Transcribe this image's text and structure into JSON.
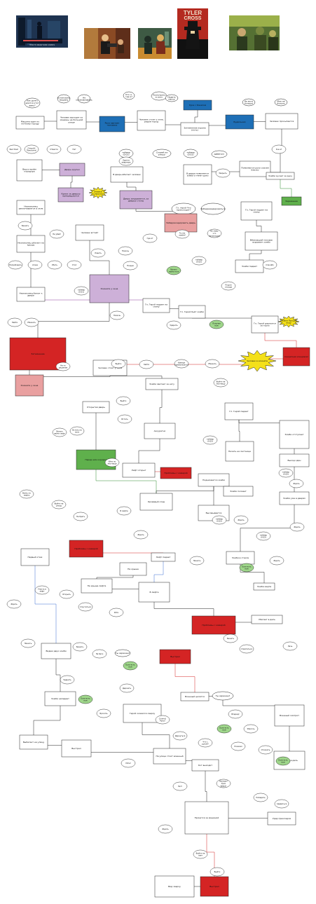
{
  "covers": [
    {
      "id": "c1",
      "title": "",
      "subtitle": "HOW TO DRAW NOIR COMICS",
      "sub2": "",
      "bg": "#1e3350"
    },
    {
      "id": "c2",
      "title": "",
      "subtitle": "",
      "sub2": "",
      "bg": "#8a4a24"
    },
    {
      "id": "c3",
      "title": "",
      "subtitle": "",
      "sub2": "",
      "bg": "#3e5a44"
    },
    {
      "id": "c4",
      "title": "TYLER",
      "subtitle": "CROSS",
      "sub2": "",
      "bg": "#b42a20"
    },
    {
      "id": "c5",
      "title": "",
      "subtitle": "",
      "sub2": "",
      "bg": "#557033"
    }
  ],
  "colors": {
    "blue": "#1e6fb6",
    "pink": "#e9a0a0",
    "red": "#d42424",
    "lilac": "#cdb0d8",
    "green": "#5fb04c",
    "yellow": "#f4e01a",
    "sky": "#9fd0f2",
    "line": "#222",
    "red_line": "#d42424",
    "green_line": "#2e8b2e",
    "blue_line": "#3a6fd1",
    "purple_line": "#8a3a9a"
  },
  "nodes": [
    {
      "id": "n1",
      "shape": "oval",
      "text": "Как долго длится этот день?"
    },
    {
      "id": "n2",
      "shape": "oval",
      "text": "Остановить машину"
    },
    {
      "id": "n3",
      "shape": "oval",
      "text": "Не останавливать"
    },
    {
      "id": "n4",
      "shape": "oval",
      "text": "Кто я, где я?"
    },
    {
      "id": "n5",
      "shape": "oval",
      "text": "Посмотреть в окно"
    },
    {
      "id": "n6",
      "shape": "oval",
      "text": "Надеть маску"
    },
    {
      "id": "n7",
      "shape": "oval",
      "text": "Не могу больше"
    },
    {
      "id": "n8",
      "shape": "oval",
      "text": "Мне не больно"
    },
    {
      "id": "n9",
      "shape": "rect",
      "text": "Машина едет по ночному городу"
    },
    {
      "id": "n10",
      "shape": "rect",
      "text": "Человек выходит из машины на большой улице"
    },
    {
      "id": "n11",
      "shape": "box",
      "color": "blue",
      "text": "Рука хватает человека"
    },
    {
      "id": "n12",
      "shape": "rect",
      "text": "Человек стоит у окна, рядом город"
    },
    {
      "id": "n13",
      "shape": "box",
      "color": "blue",
      "text": "Рука с бокалом"
    },
    {
      "id": "n14",
      "shape": "rect",
      "text": "Затемнение экрана (ночь)"
    },
    {
      "id": "n15",
      "shape": "box",
      "color": "blue",
      "text": "Будильник"
    },
    {
      "id": "n16",
      "shape": "rect",
      "text": "Человек просыпается"
    },
    {
      "id": "n17",
      "shape": "rect",
      "text": "Вид в проём коридора"
    },
    {
      "id": "n18",
      "shape": "box",
      "color": "lilac",
      "text": "Дверь крупно"
    },
    {
      "id": "n19",
      "shape": "oval",
      "text": "таймер (0:02)"
    },
    {
      "id": "n20",
      "shape": "oval",
      "text": "Скорей на улицу!"
    },
    {
      "id": "n21",
      "shape": "oval",
      "text": "таймер (0:02)"
    },
    {
      "id": "n22",
      "shape": "oval",
      "text": "АРРРГХ!!!"
    },
    {
      "id": "n23",
      "shape": "rect",
      "text": "В дверь вбегает человек"
    },
    {
      "id": "n24",
      "shape": "rect",
      "text": "В двери появляется зомби и тянет руки"
    },
    {
      "id": "n25",
      "shape": "rect",
      "text": "Появляются руки совсем близко"
    },
    {
      "id": "n26",
      "shape": "rect",
      "text": "Зомби кусает за руку"
    },
    {
      "id": "n27",
      "shape": "box",
      "color": "green",
      "text": "Заражение"
    },
    {
      "id": "n28",
      "shape": "star",
      "color": "yellow",
      "text": "Ачивка Струсил"
    },
    {
      "id": "n29",
      "shape": "box",
      "color": "lilac",
      "text": "Крики за дверью прекращаются"
    },
    {
      "id": "n30",
      "shape": "box",
      "color": "lilac",
      "text": "Дверь закрывается, за дверью стоны"
    },
    {
      "id": "n31",
      "shape": "oval",
      "text": "Гл. герой Что происходит?"
    },
    {
      "id": "n32",
      "shape": "oval",
      "text": "Забаррикадироваться"
    },
    {
      "id": "n33",
      "shape": "rect",
      "text": "Гл. Герой падает на спину"
    },
    {
      "id": "n34",
      "shape": "rect",
      "text": "Незнакомец увеличивается в окне"
    },
    {
      "id": "n35",
      "shape": "rect",
      "text": "Человек встаёт"
    },
    {
      "id": "n36",
      "shape": "box",
      "color": "pink",
      "text": "Забаррикадировать дверь"
    },
    {
      "id": "n37",
      "shape": "rect",
      "text": "Вбежавший человек взрывает зомби"
    },
    {
      "id": "n38",
      "shape": "rect",
      "text": "Незнакомец убегает на крышу"
    },
    {
      "id": "n39",
      "shape": "rect",
      "text": "Зомби падает"
    },
    {
      "id": "n40",
      "shape": "box",
      "color": "lilac",
      "text": "Комната у окна"
    },
    {
      "id": "n41",
      "shape": "rect",
      "text": "Незнакомец бежит к двери"
    },
    {
      "id": "n42",
      "shape": "rect",
      "text": "Гл. Герой падает на спину"
    },
    {
      "id": "n43",
      "shape": "rect",
      "text": "Гл. Герой бьёт зомби"
    },
    {
      "id": "n44",
      "shape": "rect",
      "text": "Гл. Герой держится за горло"
    },
    {
      "id": "n45",
      "shape": "box",
      "color": "red",
      "text": "Секретная концовка!"
    },
    {
      "id": "n46",
      "shape": "star",
      "color": "yellow",
      "text": "Ачивка Прошёл игру"
    },
    {
      "id": "n47",
      "shape": "box",
      "color": "red",
      "text": "Затемнение"
    },
    {
      "id": "n48",
      "shape": "box",
      "color": "pink",
      "text": "Комната у окна"
    },
    {
      "id": "n49",
      "shape": "star",
      "color": "yellow",
      "text": "Человек в комнате"
    },
    {
      "id": "n50",
      "shape": "rect",
      "text": "Человек стоит у окна"
    },
    {
      "id": "n51",
      "shape": "rect",
      "text": "Зомби хватает за ногу"
    },
    {
      "id": "n52",
      "shape": "rect",
      "text": "Открытая дверь"
    },
    {
      "id": "n53",
      "shape": "rect",
      "text": "Аккуратно"
    },
    {
      "id": "n54",
      "shape": "box",
      "color": "green",
      "text": "Перед ним коридор"
    },
    {
      "id": "n55",
      "shape": "rect",
      "text": "Лифт открыт"
    },
    {
      "id": "n56",
      "shape": "box",
      "color": "red",
      "text": "Проблемы с камерой"
    },
    {
      "id": "n57",
      "shape": "rect",
      "text": "Кровавый след"
    },
    {
      "id": "n58",
      "shape": "rect",
      "text": "Поднимается зомби"
    },
    {
      "id": "n59",
      "shape": "rect",
      "text": "Зомби ползает"
    },
    {
      "id": "n60",
      "shape": "rect",
      "text": "Высовывается"
    },
    {
      "id": "n61",
      "shape": "rect",
      "text": "Начать на лестнице"
    },
    {
      "id": "n62",
      "shape": "rect",
      "text": "Гл. Герой падает"
    },
    {
      "id": "n63",
      "shape": "rect",
      "text": "Зомби отступает"
    },
    {
      "id": "n64",
      "shape": "rect",
      "text": "Выход один"
    },
    {
      "id": "n65",
      "shape": "rect",
      "text": "Зомби уже в дверях"
    },
    {
      "id": "n66",
      "shape": "rect",
      "text": "Лифт падает"
    },
    {
      "id": "n67",
      "shape": "box",
      "color": "red",
      "text": "Проблемы с камерой"
    },
    {
      "id": "n68",
      "shape": "rect",
      "text": "Первый этаж"
    },
    {
      "id": "n69",
      "shape": "rect",
      "text": "На крыше"
    },
    {
      "id": "n70",
      "shape": "rect",
      "text": "На крыше лифта"
    },
    {
      "id": "n71",
      "shape": "rect",
      "text": "В лифте"
    },
    {
      "id": "n72",
      "shape": "rect",
      "text": "Зомби в стекле"
    },
    {
      "id": "n73",
      "shape": "rect",
      "text": "Зомби мертв"
    },
    {
      "id": "n74",
      "shape": "box",
      "color": "red",
      "text": "Проблемы с камерой"
    },
    {
      "id": "n75",
      "shape": "rect",
      "text": "Убегает в даль"
    },
    {
      "id": "n76",
      "shape": "rect",
      "text": "Видим двух зомби"
    },
    {
      "id": "n77",
      "shape": "box",
      "color": "red",
      "text": "Выстрел"
    },
    {
      "id": "n78",
      "shape": "oval",
      "text": "Ты заражен?"
    },
    {
      "id": "n79",
      "shape": "rect",
      "text": "Военный целится"
    },
    {
      "id": "n80",
      "shape": "oval",
      "text": "Ты заражен?"
    },
    {
      "id": "n81",
      "shape": "rect",
      "text": "Зомби нападает"
    },
    {
      "id": "n82",
      "shape": "rect",
      "text": "Герой оказался сверху"
    },
    {
      "id": "n83",
      "shape": "rect",
      "text": "Военный смотрит"
    },
    {
      "id": "n84",
      "shape": "rect",
      "text": "Выбегает на улицу"
    },
    {
      "id": "n85",
      "shape": "rect",
      "text": "Выстрел"
    },
    {
      "id": "n86",
      "shape": "rect",
      "text": "На улице стоит военный"
    },
    {
      "id": "n87",
      "shape": "rect",
      "text": "Убегает в даль"
    },
    {
      "id": "n88",
      "shape": "rect",
      "text": "Кот выходит"
    },
    {
      "id": "n89",
      "shape": "rect",
      "text": "Прячется за машиной"
    },
    {
      "id": "n90",
      "shape": "rect",
      "text": "Удар прикладом"
    },
    {
      "id": "n91",
      "shape": "rect",
      "text": "Вид сверху"
    },
    {
      "id": "n92",
      "shape": "box",
      "color": "red",
      "text": "Выстрел"
    }
  ]
}
